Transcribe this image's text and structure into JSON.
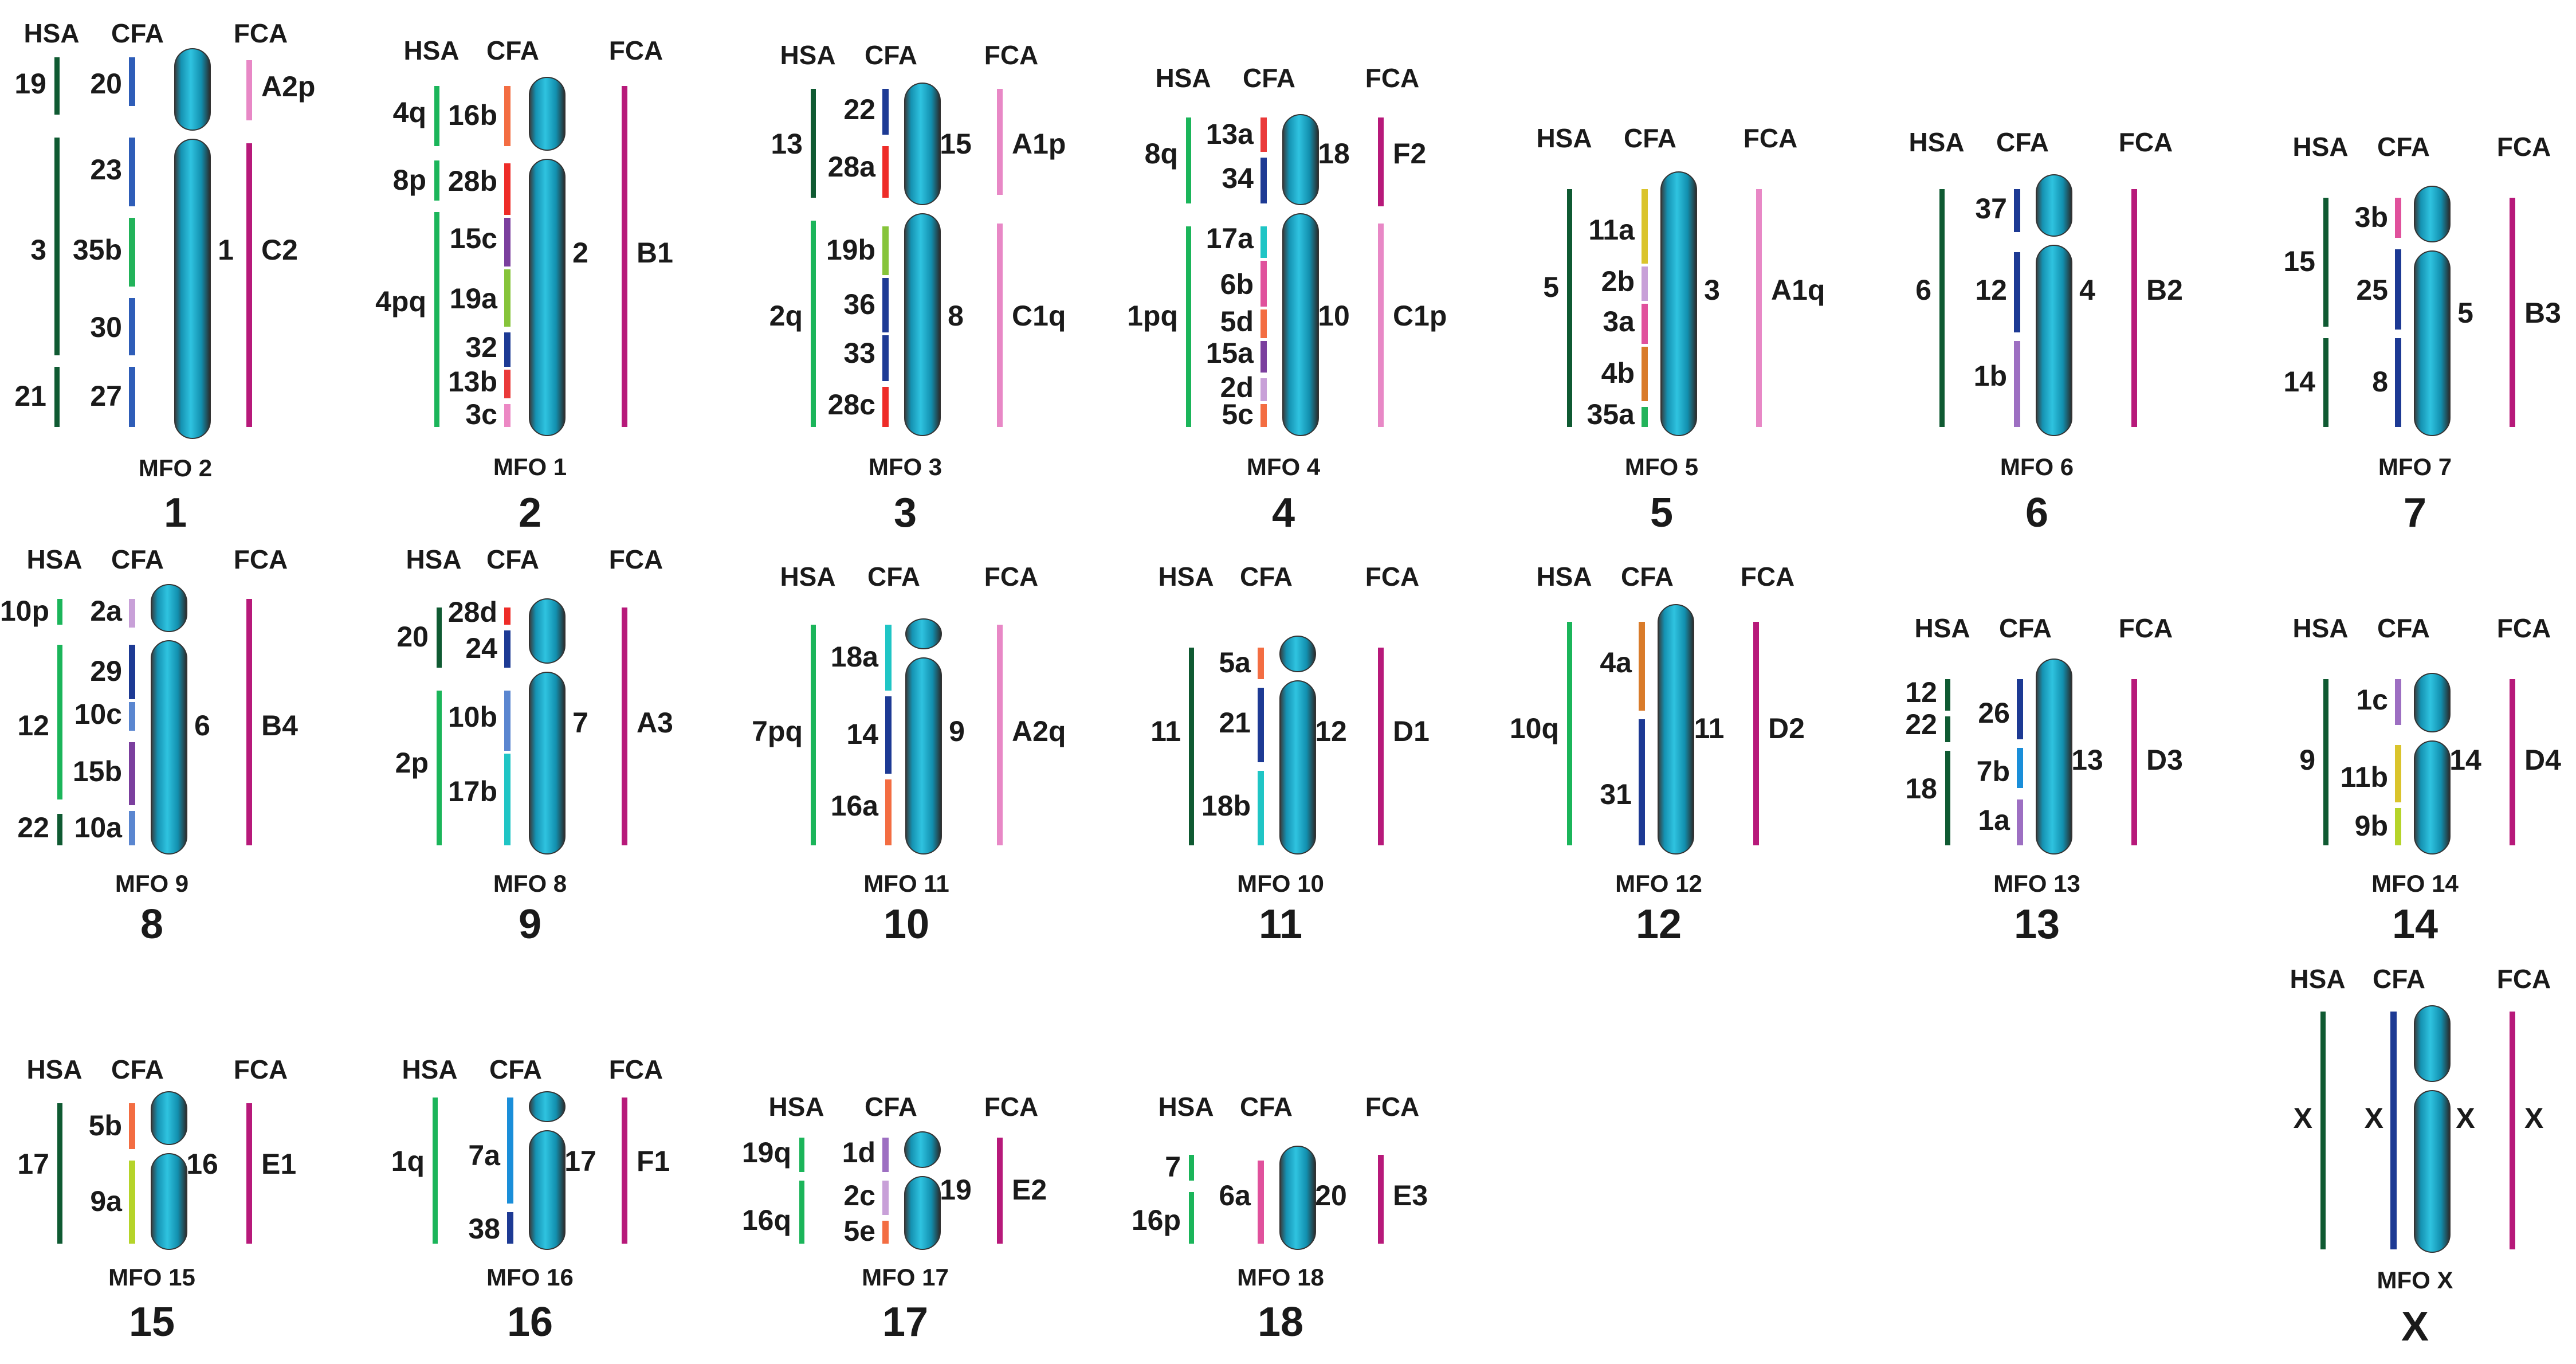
{
  "colors": {
    "hsa": {
      "dg": "#0f5a32",
      "lg": "#1bb55a"
    },
    "cfa": {
      "db": "#1d3a94",
      "b": "#2e5db8",
      "lb": "#5a86d0",
      "r": "#ee2c28",
      "o": "#f36d42",
      "p": "#e0519c",
      "pk": "#ec88c4",
      "lv": "#c8a0d8",
      "pu": "#7b3f9e",
      "v": "#9d6fc2",
      "lg": "#86c43a",
      "y": "#dac42c",
      "t": "#1fc5c5",
      "or": "#d97b2a",
      "sb": "#1a8ed9",
      "g": "#22b35a",
      "yg": "#b5d42a",
      "lb2": "#8da6dd",
      "pk2": "#f08ab8",
      "rd": "#ea3a3a"
    },
    "fca": {
      "m": "#b7197a",
      "l": "#e888c6"
    },
    "chromosome": "#16a9c9"
  },
  "headers": {
    "hsa": "HSA",
    "cfa": "CFA",
    "fca": "FCA"
  },
  "panels": [
    {
      "id": "1",
      "mfo": "MFO 2",
      "num": "1",
      "mfo_num": "1",
      "hsa": [
        {
          "t": "19",
          "c": "dg"
        },
        {
          "t": "3",
          "c": "dg"
        },
        {
          "t": "21",
          "c": "dg"
        }
      ],
      "cfa": [
        {
          "t": "20",
          "c": "b"
        },
        {
          "t": "23",
          "c": "b"
        },
        {
          "t": "35b",
          "c": "g"
        },
        {
          "t": "30",
          "c": "b"
        },
        {
          "t": "27",
          "c": "b"
        }
      ],
      "fca": [
        {
          "t": "A2p",
          "c": "l"
        },
        {
          "t": "C2",
          "c": "m"
        }
      ]
    },
    {
      "id": "2",
      "mfo": "MFO 1",
      "num": "2",
      "mfo_num": "2",
      "hsa": [
        {
          "t": "4q",
          "c": "lg"
        },
        {
          "t": "8p",
          "c": "lg"
        },
        {
          "t": "4pq",
          "c": "lg"
        }
      ],
      "cfa": [
        {
          "t": "16b",
          "c": "o"
        },
        {
          "t": "28b",
          "c": "r"
        },
        {
          "t": "15c",
          "c": "pu"
        },
        {
          "t": "19a",
          "c": "lg"
        },
        {
          "t": "32",
          "c": "db"
        },
        {
          "t": "13b",
          "c": "rd"
        },
        {
          "t": "3c",
          "c": "pk"
        }
      ],
      "fca": [
        {
          "t": "B1",
          "c": "m"
        }
      ]
    },
    {
      "id": "3",
      "mfo": "MFO 3",
      "num": "3",
      "mfo_num": "8",
      "hsa": [
        {
          "t": "13",
          "c": "dg"
        },
        {
          "t": "2q",
          "c": "lg"
        }
      ],
      "cfa": [
        {
          "t": "22",
          "c": "db"
        },
        {
          "t": "28a",
          "c": "r"
        },
        {
          "t": "19b",
          "c": "lg"
        },
        {
          "t": "36",
          "c": "db"
        },
        {
          "t": "33",
          "c": "db"
        },
        {
          "t": "28c",
          "c": "r"
        }
      ],
      "fca": [
        {
          "t": "A1p",
          "c": "l"
        },
        {
          "t": "C1q",
          "c": "l"
        }
      ],
      "mfo_num_top": "15"
    },
    {
      "id": "4",
      "mfo": "MFO 4",
      "num": "4",
      "mfo_num": "10",
      "hsa": [
        {
          "t": "8q",
          "c": "lg"
        },
        {
          "t": "1pq",
          "c": "lg"
        }
      ],
      "cfa": [
        {
          "t": "13a",
          "c": "rd"
        },
        {
          "t": "34",
          "c": "db"
        },
        {
          "t": "17a",
          "c": "t"
        },
        {
          "t": "6b",
          "c": "p"
        },
        {
          "t": "5d",
          "c": "o"
        },
        {
          "t": "15a",
          "c": "pu"
        },
        {
          "t": "2d",
          "c": "lv"
        },
        {
          "t": "5c",
          "c": "o"
        }
      ],
      "fca": [
        {
          "t": "F2",
          "c": "m"
        },
        {
          "t": "C1p",
          "c": "l"
        }
      ],
      "mfo_num_top": "18"
    },
    {
      "id": "5",
      "mfo": "MFO 5",
      "num": "5",
      "mfo_num": "3",
      "hsa": [
        {
          "t": "5",
          "c": "dg"
        }
      ],
      "cfa": [
        {
          "t": "11a",
          "c": "y"
        },
        {
          "t": "2b",
          "c": "lv"
        },
        {
          "t": "3a",
          "c": "p"
        },
        {
          "t": "4b",
          "c": "or"
        },
        {
          "t": "35a",
          "c": "g"
        }
      ],
      "fca": [
        {
          "t": "A1q",
          "c": "l"
        }
      ]
    },
    {
      "id": "6",
      "mfo": "MFO 6",
      "num": "6",
      "mfo_num": "4",
      "hsa": [
        {
          "t": "6",
          "c": "dg"
        }
      ],
      "cfa": [
        {
          "t": "37",
          "c": "db"
        },
        {
          "t": "12",
          "c": "db"
        },
        {
          "t": "1b",
          "c": "v"
        }
      ],
      "fca": [
        {
          "t": "B2",
          "c": "m"
        }
      ]
    },
    {
      "id": "7",
      "mfo": "MFO 7",
      "num": "7",
      "mfo_num": "5",
      "hsa": [
        {
          "t": "15",
          "c": "dg"
        },
        {
          "t": "14",
          "c": "dg"
        }
      ],
      "cfa": [
        {
          "t": "3b",
          "c": "p"
        },
        {
          "t": "25",
          "c": "db"
        },
        {
          "t": "8",
          "c": "db"
        }
      ],
      "fca": [
        {
          "t": "B3",
          "c": "m"
        }
      ]
    },
    {
      "id": "8",
      "mfo": "MFO 9",
      "num": "8",
      "mfo_num": "6",
      "hsa": [
        {
          "t": "10p",
          "c": "lg"
        },
        {
          "t": "12",
          "c": "lg"
        },
        {
          "t": "22",
          "c": "dg"
        }
      ],
      "cfa": [
        {
          "t": "2a",
          "c": "lv"
        },
        {
          "t": "29",
          "c": "db"
        },
        {
          "t": "10c",
          "c": "lb"
        },
        {
          "t": "15b",
          "c": "pu"
        },
        {
          "t": "10a",
          "c": "lb"
        }
      ],
      "fca": [
        {
          "t": "B4",
          "c": "m"
        }
      ]
    },
    {
      "id": "9",
      "mfo": "MFO 8",
      "num": "9",
      "mfo_num": "7",
      "hsa": [
        {
          "t": "20",
          "c": "dg"
        },
        {
          "t": "2p",
          "c": "lg"
        }
      ],
      "cfa": [
        {
          "t": "28d",
          "c": "r"
        },
        {
          "t": "24",
          "c": "db"
        },
        {
          "t": "10b",
          "c": "lb"
        },
        {
          "t": "17b",
          "c": "t"
        }
      ],
      "fca": [
        {
          "t": "A3",
          "c": "m"
        }
      ]
    },
    {
      "id": "10",
      "mfo": "MFO 11",
      "num": "10",
      "mfo_num": "9",
      "hsa": [
        {
          "t": "7pq",
          "c": "lg"
        }
      ],
      "cfa": [
        {
          "t": "18a",
          "c": "t"
        },
        {
          "t": "14",
          "c": "db"
        },
        {
          "t": "16a",
          "c": "o"
        }
      ],
      "fca": [
        {
          "t": "A2q",
          "c": "l"
        }
      ]
    },
    {
      "id": "11",
      "mfo": "MFO 10",
      "num": "11",
      "mfo_num": "12",
      "hsa": [
        {
          "t": "11",
          "c": "dg"
        }
      ],
      "cfa": [
        {
          "t": "5a",
          "c": "o"
        },
        {
          "t": "21",
          "c": "db"
        },
        {
          "t": "18b",
          "c": "t"
        }
      ],
      "fca": [
        {
          "t": "D1",
          "c": "m"
        }
      ]
    },
    {
      "id": "12",
      "mfo": "MFO 12",
      "num": "12",
      "mfo_num": "11",
      "hsa": [
        {
          "t": "10q",
          "c": "lg"
        }
      ],
      "cfa": [
        {
          "t": "4a",
          "c": "or"
        },
        {
          "t": "31",
          "c": "db"
        }
      ],
      "fca": [
        {
          "t": "D2",
          "c": "m"
        }
      ]
    },
    {
      "id": "13",
      "mfo": "MFO 13",
      "num": "13",
      "mfo_num": "13",
      "hsa": [
        {
          "t": "12",
          "c": "dg"
        },
        {
          "t": "22",
          "c": "dg"
        },
        {
          "t": "18",
          "c": "dg"
        }
      ],
      "cfa": [
        {
          "t": "26",
          "c": "db"
        },
        {
          "t": "7b",
          "c": "sb"
        },
        {
          "t": "1a",
          "c": "v"
        }
      ],
      "fca": [
        {
          "t": "D3",
          "c": "m"
        }
      ]
    },
    {
      "id": "14",
      "mfo": "MFO 14",
      "num": "14",
      "mfo_num": "14",
      "hsa": [
        {
          "t": "9",
          "c": "dg"
        }
      ],
      "cfa": [
        {
          "t": "1c",
          "c": "v"
        },
        {
          "t": "11b",
          "c": "y"
        },
        {
          "t": "9b",
          "c": "yg"
        }
      ],
      "fca": [
        {
          "t": "D4",
          "c": "m"
        }
      ]
    },
    {
      "id": "15",
      "mfo": "MFO 15",
      "num": "15",
      "mfo_num": "16",
      "hsa": [
        {
          "t": "17",
          "c": "dg"
        }
      ],
      "cfa": [
        {
          "t": "5b",
          "c": "o"
        },
        {
          "t": "9a",
          "c": "yg"
        }
      ],
      "fca": [
        {
          "t": "E1",
          "c": "m"
        }
      ]
    },
    {
      "id": "16",
      "mfo": "MFO 16",
      "num": "16",
      "mfo_num": "17",
      "hsa": [
        {
          "t": "1q",
          "c": "lg"
        }
      ],
      "cfa": [
        {
          "t": "7a",
          "c": "sb"
        },
        {
          "t": "38",
          "c": "db"
        }
      ],
      "fca": [
        {
          "t": "F1",
          "c": "m"
        }
      ]
    },
    {
      "id": "17",
      "mfo": "MFO 17",
      "num": "17",
      "mfo_num": "19",
      "hsa": [
        {
          "t": "19q",
          "c": "lg"
        },
        {
          "t": "16q",
          "c": "lg"
        }
      ],
      "cfa": [
        {
          "t": "1d",
          "c": "v"
        },
        {
          "t": "2c",
          "c": "lv"
        },
        {
          "t": "5e",
          "c": "o"
        }
      ],
      "fca": [
        {
          "t": "E2",
          "c": "m"
        }
      ]
    },
    {
      "id": "18",
      "mfo": "MFO 18",
      "num": "18",
      "mfo_num": "20",
      "hsa": [
        {
          "t": "7",
          "c": "lg"
        },
        {
          "t": "16p",
          "c": "lg"
        }
      ],
      "cfa": [
        {
          "t": "6a",
          "c": "p"
        }
      ],
      "fca": [
        {
          "t": "E3",
          "c": "m"
        }
      ]
    },
    {
      "id": "X",
      "mfo": "MFO X",
      "num": "X",
      "mfo_num": "X",
      "hsa": [
        {
          "t": "X",
          "c": "dg"
        }
      ],
      "cfa": [
        {
          "t": "X",
          "c": "db"
        }
      ],
      "fca": [
        {
          "t": "X",
          "c": "m"
        }
      ]
    }
  ]
}
